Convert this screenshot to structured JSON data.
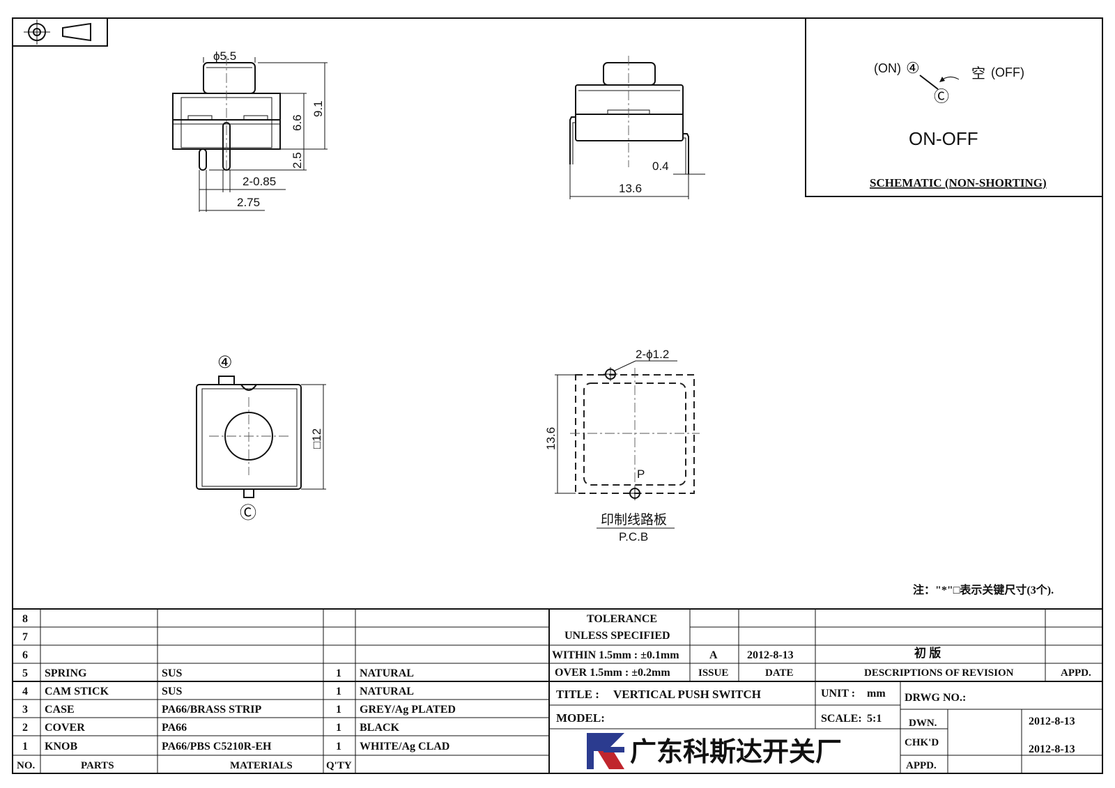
{
  "front_view": {
    "dim_diameter": "ϕ5.5",
    "dim_height": "9.1",
    "dim_body": "6.6",
    "dim_pin_length": "2.5",
    "dim_pin_width": "2-0.85",
    "dim_pin_pitch": "2.75"
  },
  "side_view": {
    "dim_thickness": "0.4",
    "dim_width": "13.6"
  },
  "top_view": {
    "terminal_top": "④",
    "terminal_bottom": "Ⓒ",
    "dim_square": "□12"
  },
  "pcb_view": {
    "dim_holes": "2-ϕ1.2",
    "dim_size": "13.6",
    "pad_label": "P",
    "label_cn": "印制线路板",
    "label_en": "P.C.B"
  },
  "schematic": {
    "on_label": "(ON)",
    "on_terminal": "④",
    "common_terminal": "Ⓒ",
    "off_terminal": "空",
    "off_label": "(OFF)",
    "mode": "ON-OFF",
    "caption": "SCHEMATIC (NON-SHORTING)"
  },
  "note": "注：\"*\"□表示关键尺寸(3个).",
  "bom": {
    "headers": {
      "no": "NO.",
      "parts": "PARTS",
      "materials": "MATERIALS",
      "qty": "Q'TY"
    },
    "rows": [
      {
        "no": "8",
        "part": "",
        "material": "",
        "qty": "",
        "finish": ""
      },
      {
        "no": "7",
        "part": "",
        "material": "",
        "qty": "",
        "finish": ""
      },
      {
        "no": "6",
        "part": "",
        "material": "",
        "qty": "",
        "finish": ""
      },
      {
        "no": "5",
        "part": "SPRING",
        "material": "SUS",
        "qty": "1",
        "finish": "NATURAL"
      },
      {
        "no": "4",
        "part": "CAM STICK",
        "material": "SUS",
        "qty": "1",
        "finish": "NATURAL"
      },
      {
        "no": "3",
        "part": "CASE",
        "material": "PA66/BRASS STRIP",
        "qty": "1",
        "finish": "GREY/Ag PLATED"
      },
      {
        "no": "2",
        "part": "COVER",
        "material": "PA66",
        "qty": "1",
        "finish": "BLACK"
      },
      {
        "no": "1",
        "part": "KNOB",
        "material": "PA66/PBS C5210R-EH",
        "qty": "1",
        "finish": "WHITE/Ag CLAD"
      }
    ]
  },
  "tolerance": {
    "line1": "TOLERANCE",
    "line2": "UNLESS SPECIFIED",
    "line3": "WITHIN 1.5mm : ±0.1mm",
    "line4": "OVER 1.5mm : ±0.2mm"
  },
  "revision": {
    "issue": "A",
    "date": "2012-8-13",
    "description": "初 版",
    "issue_header": "ISSUE",
    "date_header": "DATE",
    "desc_header": "DESCRIPTIONS OF REVISION",
    "appd_header": "APPD."
  },
  "title_block": {
    "title_label": "TITLE :",
    "title": "VERTICAL PUSH SWITCH",
    "unit_label": "UNIT :",
    "unit": "mm",
    "drwg_label": "DRWG NO.:",
    "model_label": "MODEL:",
    "scale_label": "SCALE:",
    "scale": "5:1",
    "dwn_label": "DWN.",
    "dwn_date": "2012-8-13",
    "chkd_label": "CHK'D",
    "chkd_date": "2012-8-13",
    "appd_label": "APPD.",
    "company": "广东科斯达开关厂"
  },
  "colors": {
    "ink": "#111111",
    "logo_blue": "#2b3b8f",
    "logo_red": "#c0262d"
  }
}
